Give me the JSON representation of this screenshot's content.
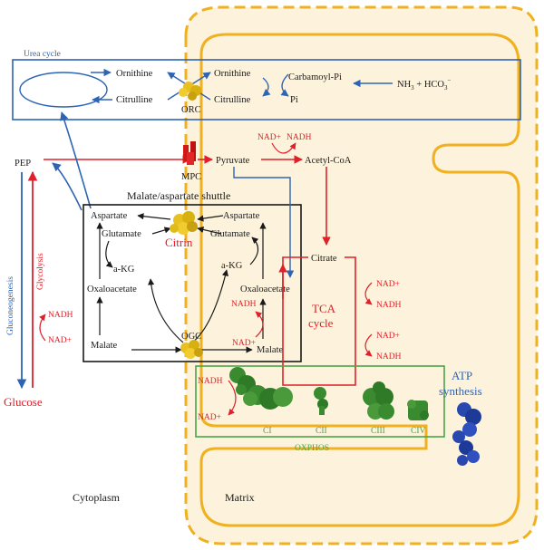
{
  "regions": {
    "cytoplasm": "Cytoplasm",
    "matrix": "Matrix"
  },
  "urea_cycle": {
    "title": "Urea cycle",
    "ornithine_out": "Ornithine",
    "citrulline_out": "Citrulline",
    "ornithine_in": "Ornithine",
    "citrulline_in": "Citrulline",
    "carbamoyl_pi": "Carbamoyl-Pi",
    "pi": "Pi",
    "nh3_hco3": "NH",
    "nh3_sub": "3",
    "nh3_rest": " + HCO",
    "hco3_sub": "3",
    "hco3_sup": "−",
    "transporter": "ORC"
  },
  "glycolysis": {
    "pep": "PEP",
    "glucose": "Glucose",
    "gluconeogenesis": "Gluconeogenesis",
    "glycolysis": "Glycolysis",
    "nadh": "NADH",
    "nad": "NAD+"
  },
  "pyruvate_entry": {
    "carrier": "MPC",
    "pyruvate": "Pyruvate",
    "acetyl_coa": "Acetyl-CoA",
    "nad": "NAD+",
    "nadh": "NADH"
  },
  "shuttle": {
    "title": "Malate/aspartate shuttle",
    "aspartate_cyto": "Aspartate",
    "glutamate_cyto": "Glutamate",
    "akg_cyto": "a-KG",
    "oxaloacetate_cyto": "Oxaloacetate",
    "malate_cyto": "Malate",
    "citrin": "Citrin",
    "aspartate_mito": "Aspartate",
    "glutamate_mito": "Glutamate",
    "akg_mito": "a-KG",
    "oxaloacetate_mito": "Oxaloacetate",
    "malate_mito": "Malate",
    "ogc": "OGC",
    "nadh": "NADH",
    "nad": "NAD+"
  },
  "tca": {
    "citrate": "Citrate",
    "label_line1": "TCA",
    "label_line2": "cycle",
    "nad_1": "NAD+",
    "nadh_1": "NADH",
    "nad_2": "NAD+",
    "nadh_2": "NADH"
  },
  "oxphos": {
    "title": "OXPHOS",
    "nadh": "NADH",
    "nad": "NAD+",
    "complexes": [
      "CI",
      "CII",
      "CIII",
      "CIV"
    ],
    "atp_line1": "ATP",
    "atp_line2": "synthesis"
  },
  "colors": {
    "membrane": "#f0b020",
    "matrix_fill": "#fdf3dc",
    "urea": "#2e64b4",
    "glycolysis": "#e0202a",
    "shuttle": "#1a1a1a",
    "oxphos": "#4aa44a",
    "protein_yellow": "#e8c020",
    "protein_green": "#3a8a30",
    "protein_blue": "#2848b0"
  }
}
